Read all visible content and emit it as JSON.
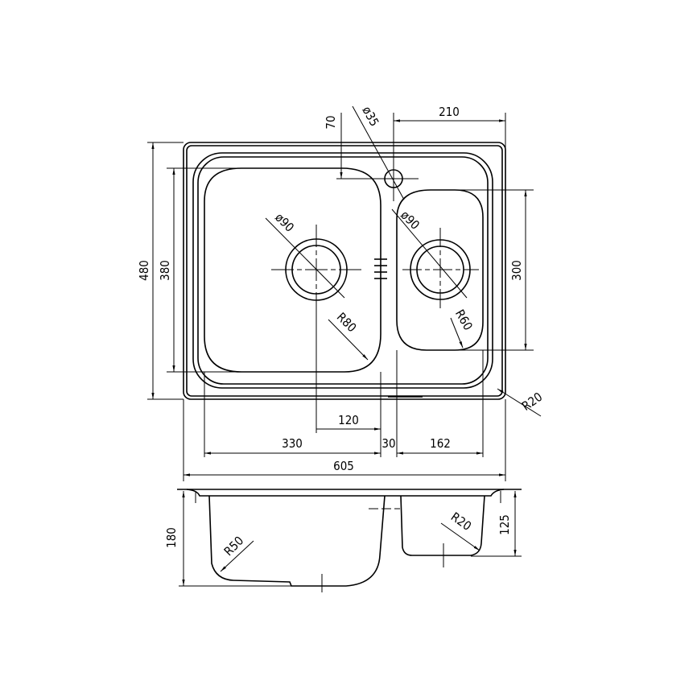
{
  "drawing": {
    "top_view": {
      "overall_height": "480",
      "bowl_height": "380",
      "small_bowl_height": "300",
      "tap_offset_right": "210",
      "tap_offset_top": "70",
      "tap_hole_diameter": "ø35",
      "left_drain_diameter": "ø90",
      "right_drain_diameter": "ø90",
      "left_bowl_radius": "R80",
      "right_bowl_radius": "R60",
      "corner_radius": "R20",
      "drain_offset": "120",
      "left_bowl_width": "330",
      "divider_width": "30",
      "right_bowl_width": "162",
      "overall_width": "605"
    },
    "side_view": {
      "left_bowl_depth": "180",
      "right_bowl_depth": "125",
      "left_bottom_radius": "R50",
      "right_bottom_radius": "R20"
    }
  }
}
